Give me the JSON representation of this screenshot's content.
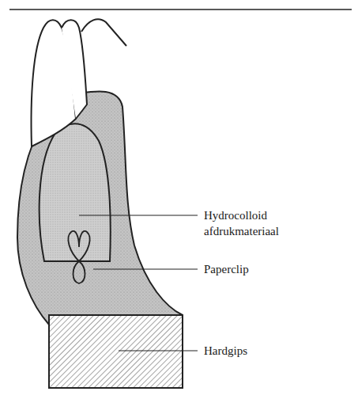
{
  "diagram": {
    "labels": [
      "Hydrocolloid afdrukmateriaal",
      "Paperclip",
      "Hardgips"
    ]
  }
}
